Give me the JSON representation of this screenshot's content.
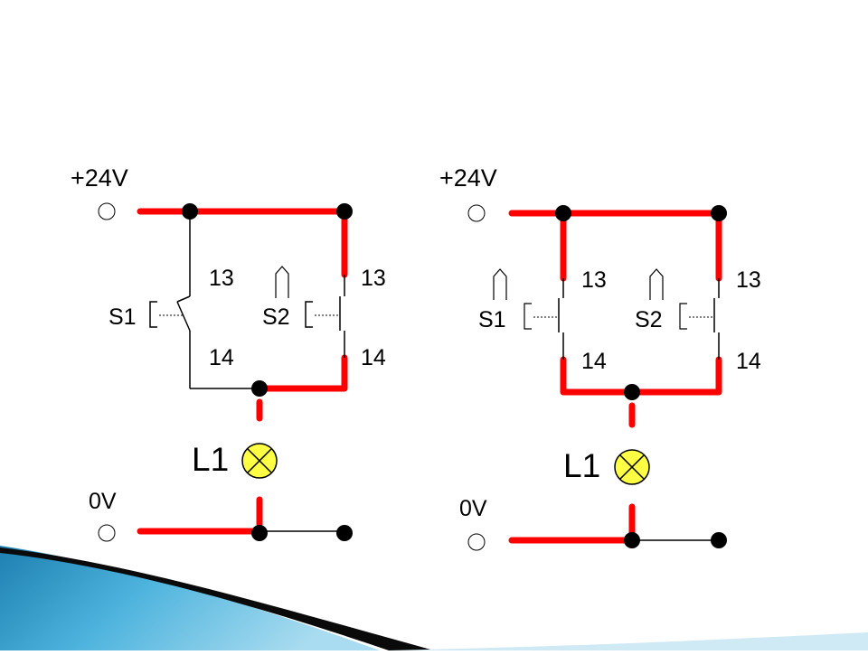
{
  "colors": {
    "live_wire": "#ff0000",
    "idle_wire": "#000000",
    "lamp_fill": "#ffff44",
    "terminal_fill": "#ffffff",
    "junction_fill": "#000000",
    "decor_dark": "#0a0a0a",
    "decor_blue": "#2a8fc0",
    "decor_light": "#7fc8e6"
  },
  "circuits": [
    {
      "supply_positive": "+24V",
      "supply_zero": "0V",
      "switch_1": {
        "name": "S1",
        "terminal_top": "13",
        "terminal_bottom": "14",
        "state": "open"
      },
      "switch_2": {
        "name": "S2",
        "terminal_top": "13",
        "terminal_bottom": "14",
        "state": "closed"
      },
      "lamp": {
        "name": "L1",
        "lit": true
      },
      "connection": "parallel"
    },
    {
      "supply_positive": "+24V",
      "supply_zero": "0V",
      "switch_1": {
        "name": "S1",
        "terminal_top": "13",
        "terminal_bottom": "14",
        "state": "closed"
      },
      "switch_2": {
        "name": "S2",
        "terminal_top": "13",
        "terminal_bottom": "14",
        "state": "closed"
      },
      "lamp": {
        "name": "L1",
        "lit": true
      },
      "connection": "parallel"
    }
  ]
}
